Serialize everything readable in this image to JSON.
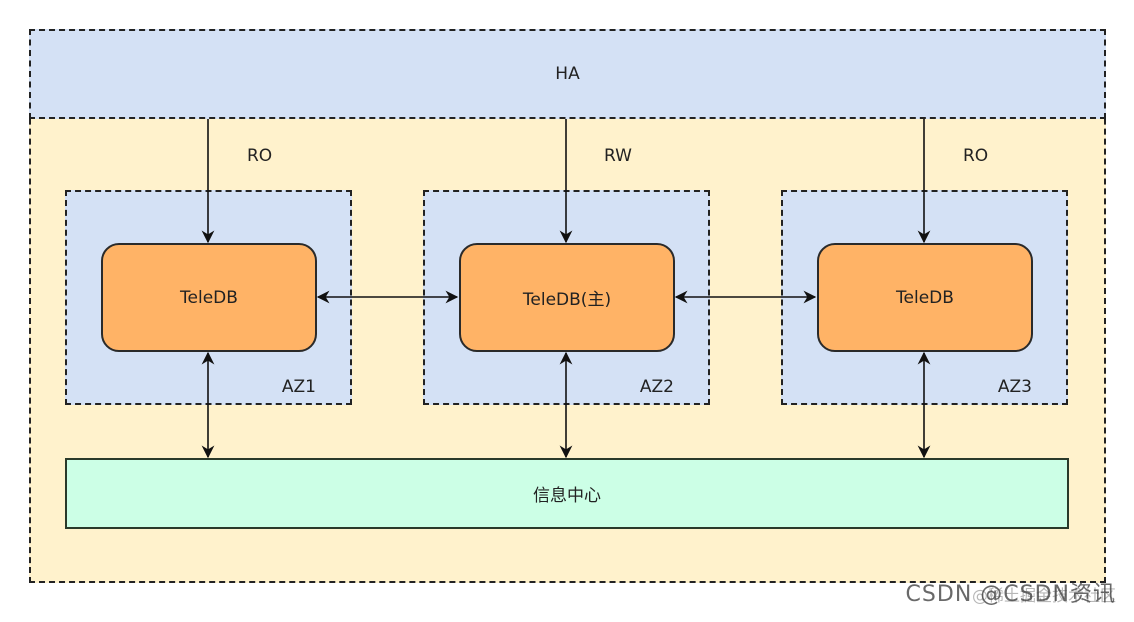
{
  "diagram": {
    "ha_label": "HA",
    "edges_from_ha": [
      {
        "label": "RO",
        "target": "az1"
      },
      {
        "label": "RW",
        "target": "az2"
      },
      {
        "label": "RO",
        "target": "az3"
      }
    ],
    "zones": [
      {
        "id": "az1",
        "label": "AZ1",
        "node_label": "TeleDB"
      },
      {
        "id": "az2",
        "label": "AZ2",
        "node_label": "TeleDB(主)"
      },
      {
        "id": "az3",
        "label": "AZ3",
        "node_label": "TeleDB"
      }
    ],
    "info_center_label": "信息中心",
    "colors": {
      "ha_fill": "#d4e1f5",
      "outer_fill": "#fff2cc",
      "node_fill": "#ffb366",
      "info_fill": "#ccffe6"
    }
  },
  "watermark": {
    "primary": "CSDN @CSDN资讯",
    "secondary": "@稀土掘金技术社区"
  }
}
